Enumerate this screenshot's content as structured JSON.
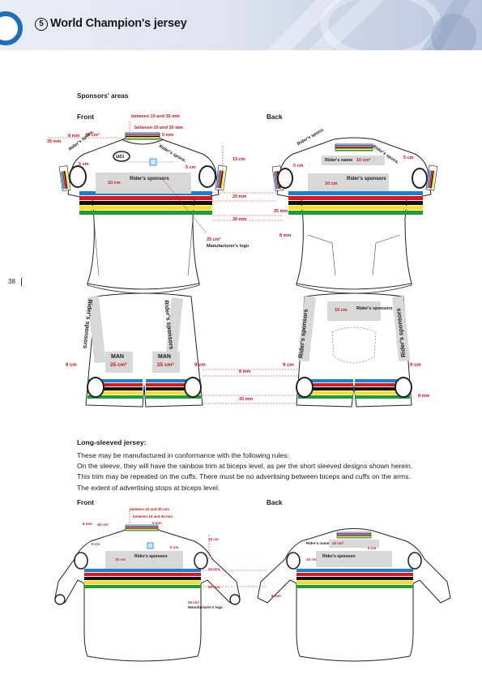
{
  "header": {
    "section_number": "5",
    "title": "World Champion's jersey"
  },
  "page_number": "38",
  "sponsors": {
    "heading": "Sponsors' areas",
    "front_label": "Front",
    "back_label": "Back",
    "annotations": {
      "between_10_30_a": "between 10 and 30 mm",
      "between_10_30_b": "between 10 and 30 mm",
      "five_mm": "5 mm",
      "thirty_five_mm": "35 mm",
      "eight_mm": "8 mm",
      "forty_five_cm2": "45 cm²",
      "five_cm": "5 cm",
      "ten_cm": "10 cm",
      "thirteen_cm": "13 cm",
      "twenty_mm": "20 mm",
      "thirty_mm": "30 mm",
      "twenty_five_cm2": "25 cm²",
      "manufacturer_logo": "Manufacturer's logo",
      "riders_sponsors": "Rider's sponsors",
      "riders_sponsors_short": "Rider's spons.",
      "riders_name": "Rider's name",
      "ten_cm2": "10 cm²",
      "nine_cm": "9 cm",
      "man": "MAN",
      "twenty_five_cm2_short": "25 cm²",
      "uci": "uci"
    }
  },
  "long_sleeved": {
    "heading": "Long-sleeved jersey:",
    "lines": [
      "These may be manufactured in conformance with the following rules:",
      "On the sleeve, they will have the rainbow trim at biceps level, as per the short sleeved designs shown herein.",
      "This trim may be repeated on the cuffs. There must be no advertising between biceps and cuffs on the arms.",
      "The extent of advertising stops at biceps level."
    ],
    "front_label": "Front",
    "back_label": "Back"
  },
  "colors": {
    "annotation_red": "#d4141c",
    "stripe_blue": "#1a7fd0",
    "stripe_red": "#e3141b",
    "stripe_black": "#111111",
    "stripe_yellow": "#f7e01a",
    "stripe_green": "#1f9a3c",
    "panel_grey": "#d8d8d8"
  }
}
